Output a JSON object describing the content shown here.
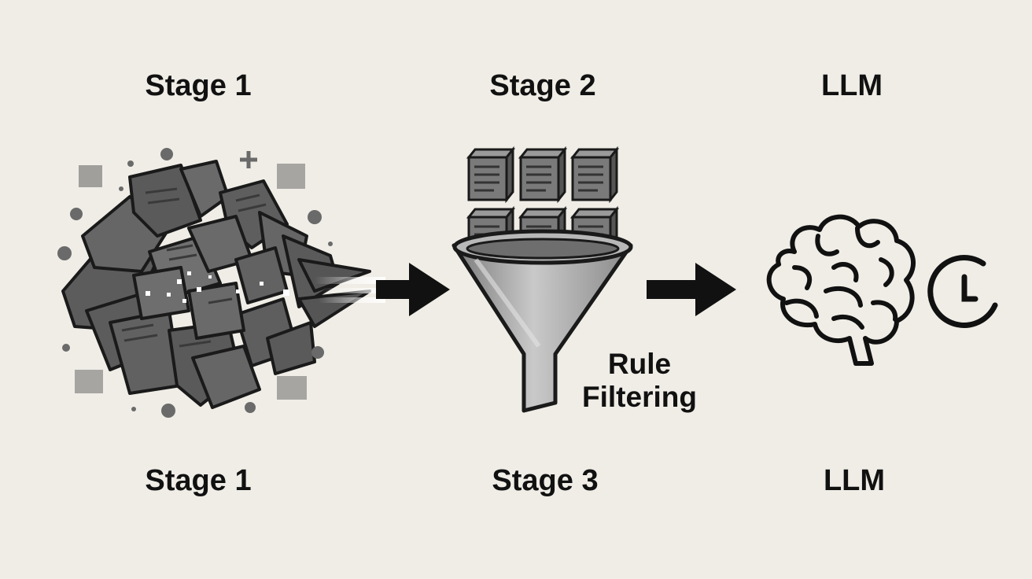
{
  "top_labels": {
    "stage1": "Stage 1",
    "stage2": "Stage 2",
    "llm": "LLM"
  },
  "bottom_labels": {
    "stage1": "Stage 1",
    "stage3": "Stage 3",
    "llm": "LLM"
  },
  "filter": {
    "line1": "Rule",
    "line2": "Filtering"
  },
  "colors": {
    "background": "#efede6",
    "ink": "#111111",
    "shard": "#5c5c5c",
    "funnel": "#9a9a9a"
  },
  "icons": [
    "chaotic-documents-icon",
    "arrow-right-icon",
    "document-box-icon",
    "funnel-icon",
    "brain-icon",
    "clock-icon"
  ]
}
